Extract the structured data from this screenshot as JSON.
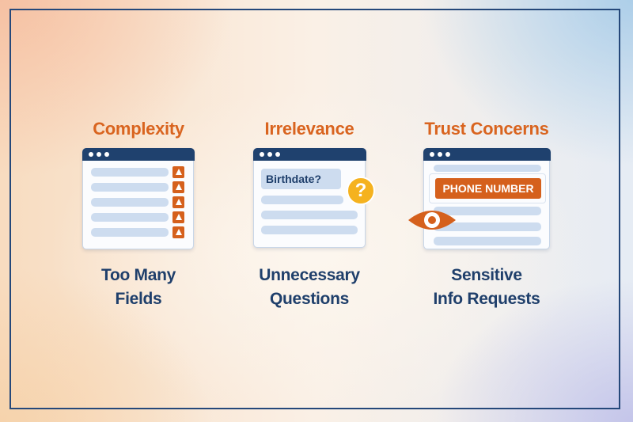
{
  "colors": {
    "frame": "#25487a",
    "title": "#d9641f",
    "caption": "#1f3f6b",
    "window_bar": "#1f416e",
    "field": "#cddcef",
    "accent_orange": "#d5601c",
    "badge_yellow": "#f5b21f"
  },
  "panels": [
    {
      "title": "Complexity",
      "caption_line1": "Too Many",
      "caption_line2": "Fields",
      "icon": "warning-triangle-icon",
      "field_count": 5
    },
    {
      "title": "Irrelevance",
      "caption_line1": "Unnecessary",
      "caption_line2": "Questions",
      "field_label": "Birthdate?",
      "badge_glyph": "?",
      "icon": "question-badge-icon"
    },
    {
      "title": "Trust Concerns",
      "caption_line1": "Sensitive",
      "caption_line2": "Info Requests",
      "field_label": "PHONE NUMBER",
      "icon": "eye-icon"
    }
  ]
}
